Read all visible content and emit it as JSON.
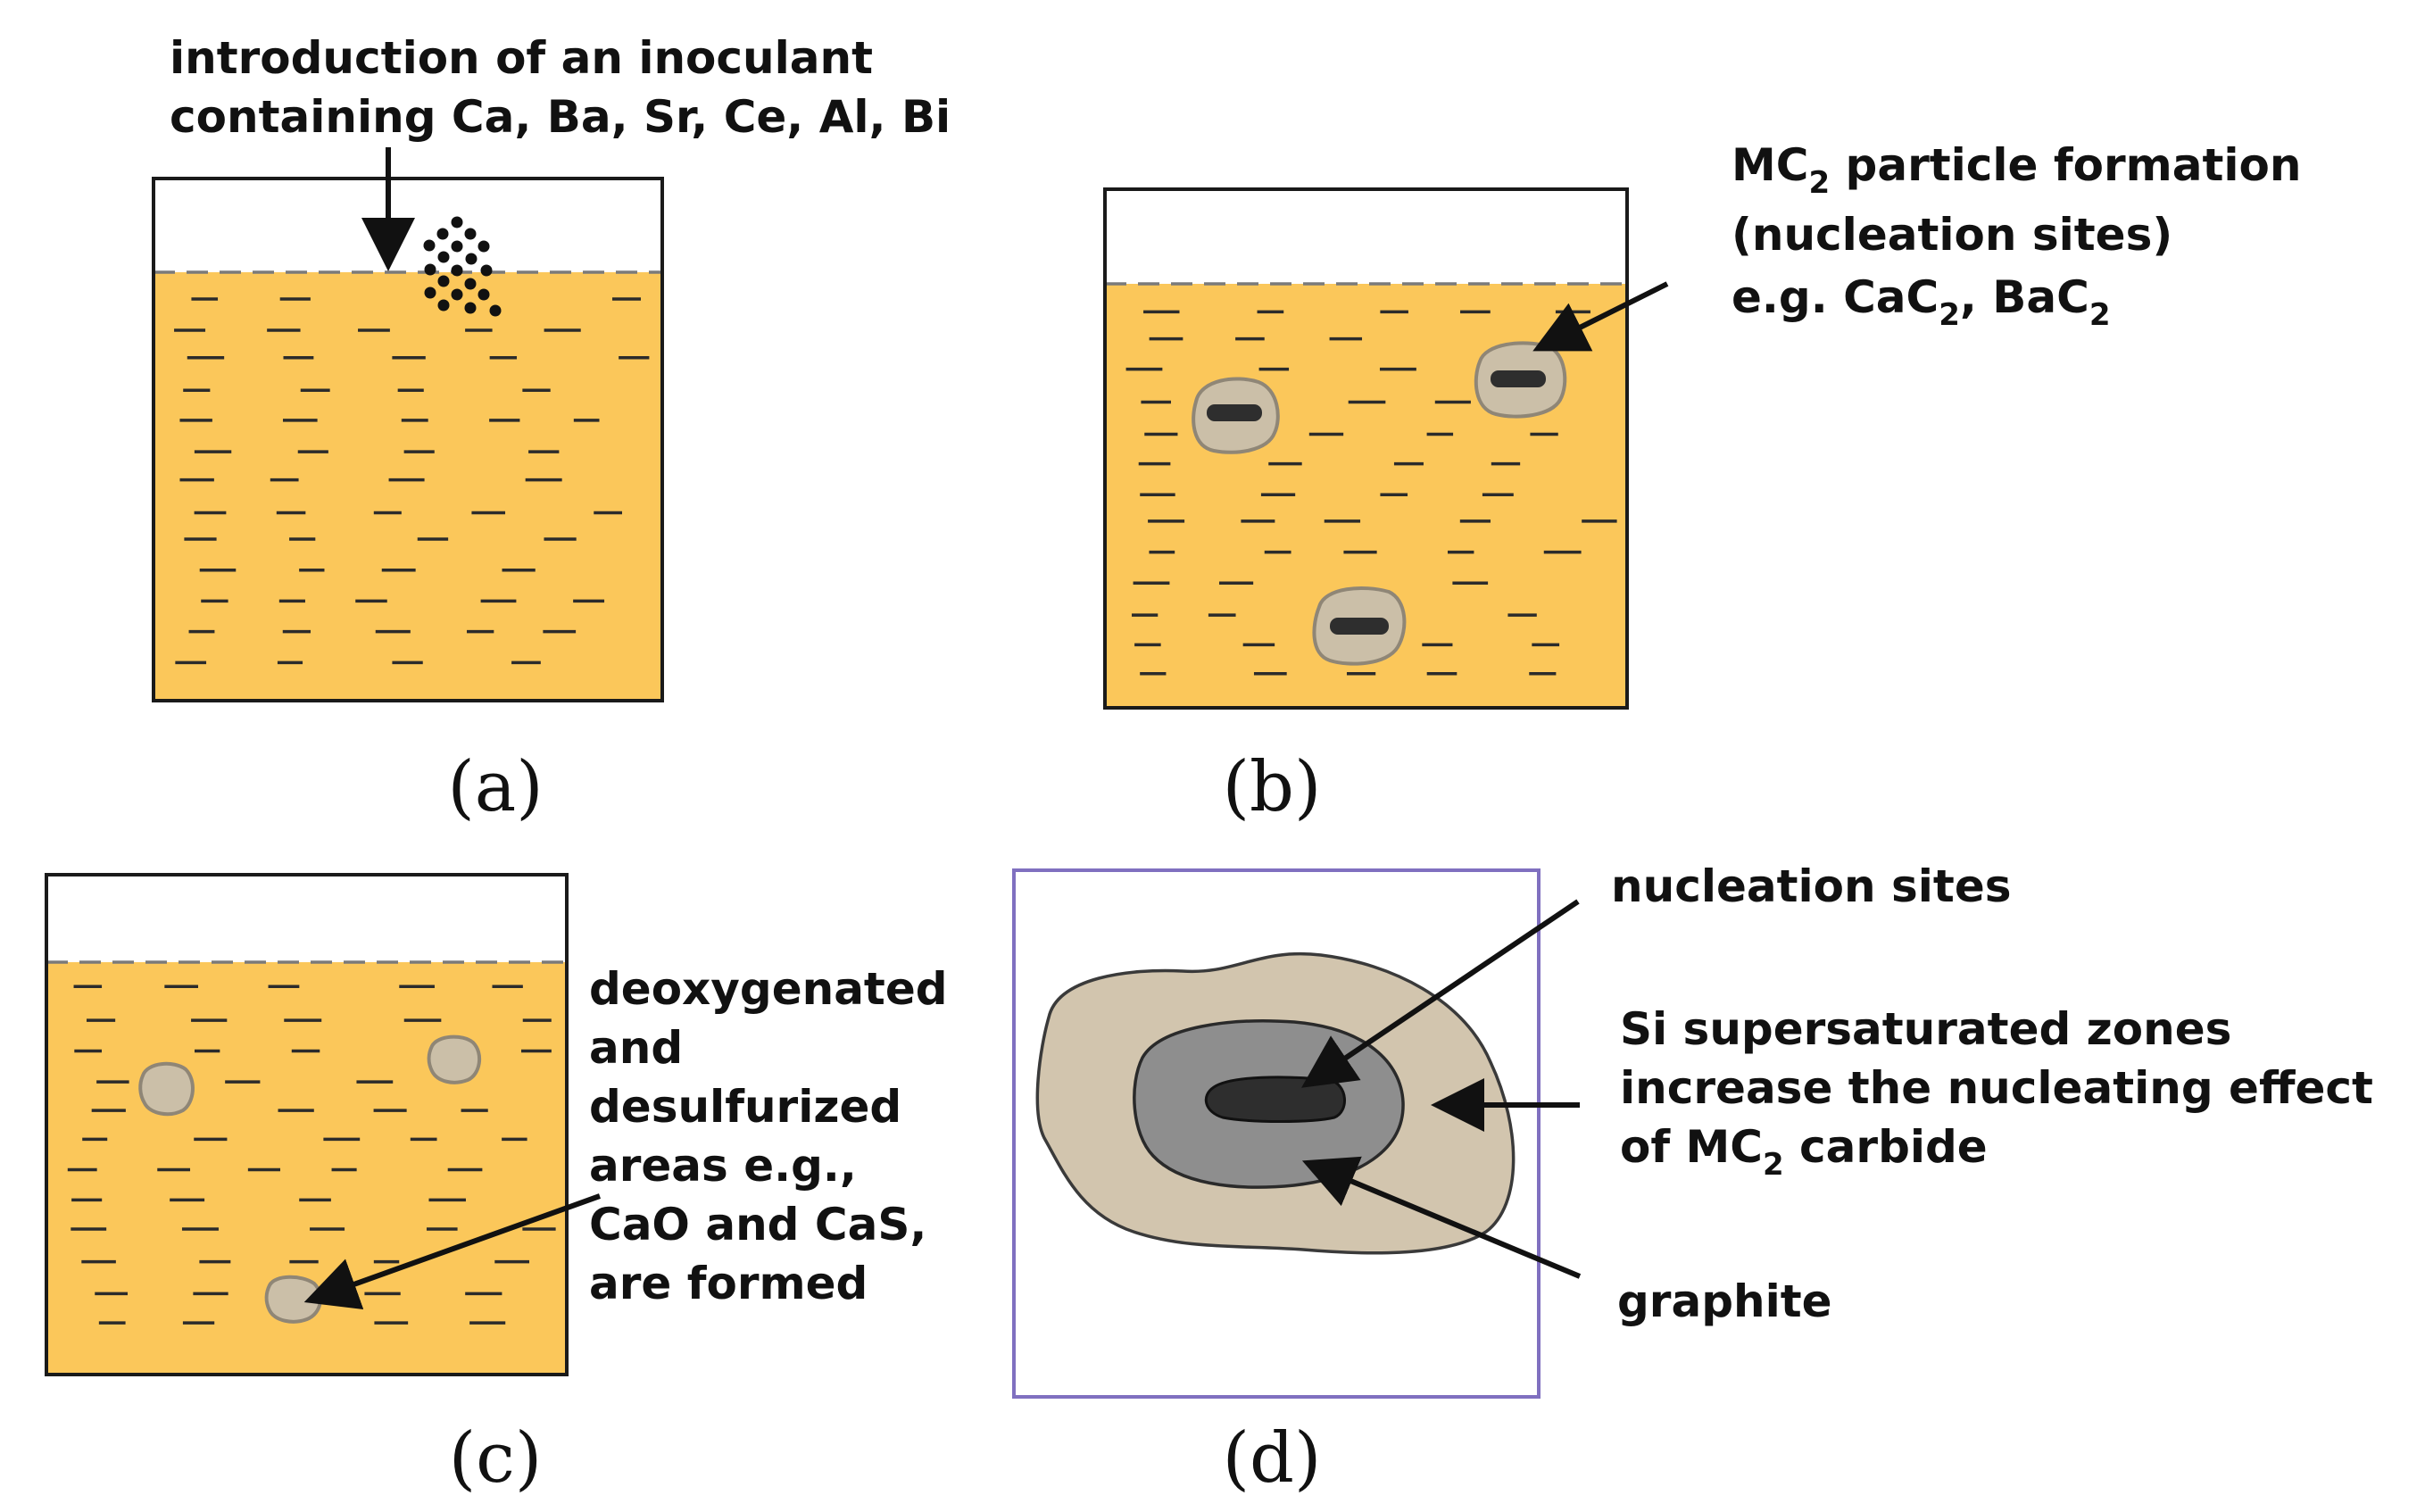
{
  "colors": {
    "melt": "#fbc75a",
    "particle": "#cbbfa8",
    "supersaturated_zone": "#d2c5ae",
    "graphite_zone": "#8e8e8e",
    "nucleation_core": "#2e2e2e",
    "frame_d": "#8070c0",
    "text": "#111111"
  },
  "panel_a": {
    "label_line1": "introduction of an inoculant",
    "label_line2": "containing Ca, Ba, Sr, Ce, Al, Bi",
    "caption": "(a)"
  },
  "panel_b": {
    "label_line1_prefix": "MC",
    "label_line1_sub": "2",
    "label_line1_suffix": " particle formation",
    "label_line2": "(nucleation sites)",
    "label_line3_a": "e.g. CaC",
    "label_line3_sub1": "2",
    "label_line3_b": ", BaC",
    "label_line3_sub2": "2",
    "caption": "(b)"
  },
  "panel_c": {
    "label_lines": [
      "deoxygenated",
      "and",
      "desulfurized",
      "areas e.g.,",
      "CaO and CaS,",
      "are formed"
    ],
    "caption": "(c)"
  },
  "panel_d": {
    "label_nucleation": "nucleation sites",
    "label_si_line1": "Si supersaturated zones",
    "label_si_line2": "increase the nucleating effect",
    "label_si_line3_prefix": "of MC",
    "label_si_line3_sub": "2",
    "label_si_line3_suffix": " carbide",
    "label_graphite": "graphite",
    "caption": "(d)"
  }
}
